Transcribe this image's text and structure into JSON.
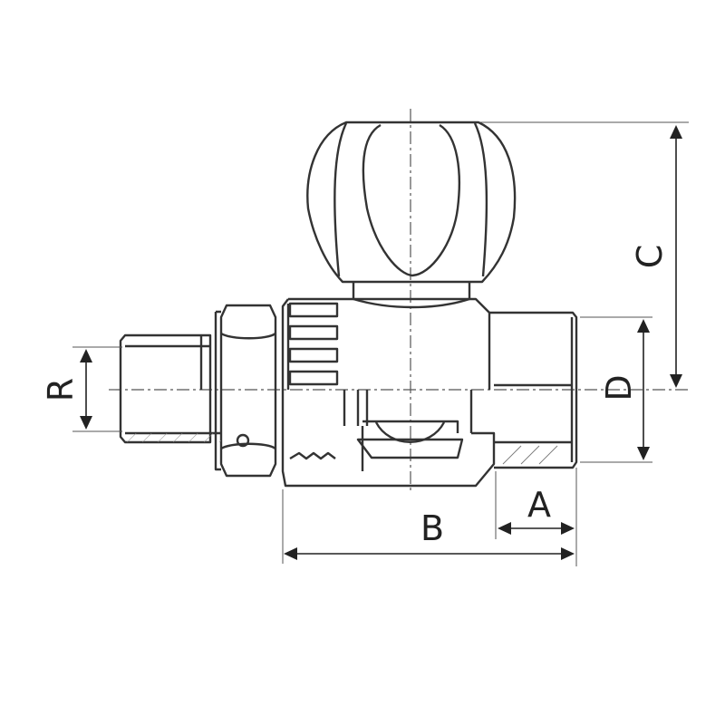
{
  "drawing": {
    "subject": "valve technical drawing",
    "labels": {
      "R": "R",
      "C": "C",
      "D": "D",
      "A": "A",
      "B": "B"
    },
    "colors": {
      "line": "#333333",
      "background": "#ffffff"
    }
  }
}
